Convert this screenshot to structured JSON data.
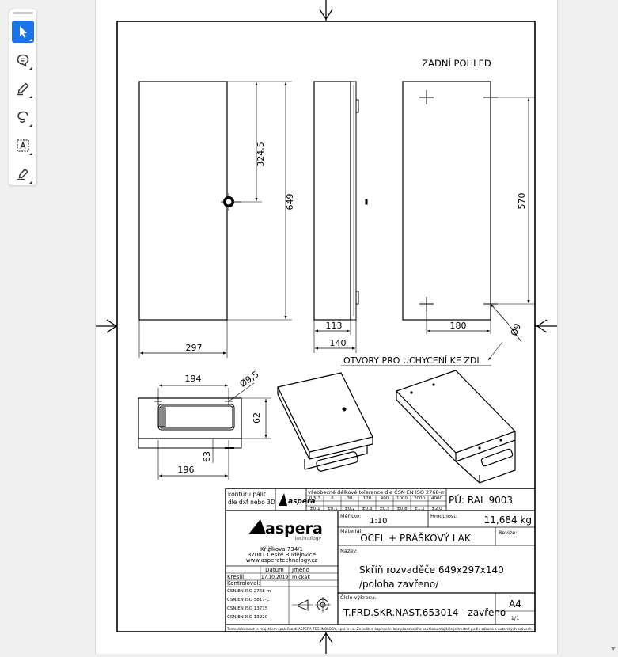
{
  "toolbar": {
    "tools": [
      {
        "name": "select-tool",
        "icon": "cursor-arrow-icon",
        "active": true
      },
      {
        "name": "comment-tool",
        "icon": "comment-bubble-icon",
        "active": false
      },
      {
        "name": "highlight-tool",
        "icon": "pen-highlight-icon",
        "active": false
      },
      {
        "name": "draw-tool",
        "icon": "freehand-lasso-icon",
        "active": false
      },
      {
        "name": "text-select-tool",
        "icon": "text-box-icon",
        "active": false
      },
      {
        "name": "sign-tool",
        "icon": "signature-pen-icon",
        "active": false
      }
    ]
  },
  "drawing": {
    "view_label": "ZADNÍ POHLED",
    "dims": {
      "front_half": "324,5",
      "front_height": "649",
      "front_width": "297",
      "side_depth": "113",
      "side_total": "140",
      "rear_mount_v": "570",
      "rear_mount_h": "180",
      "hole_dia": "Ø9",
      "top_width_upper": "194",
      "top_width_lower": "196",
      "top_hole": "Ø9,5",
      "top_depth": "62",
      "top_small": "63"
    },
    "note": "OTVORY PRO UCHYCENÍ KE ZDI"
  },
  "title_block": {
    "cut_note_1": "konturu pálit",
    "cut_note_2": "dle dxf nebo 3D",
    "tolerance_title": "všeobecné délkové tolerance dle ČSN EN ISO 2768-m",
    "tol_ranges": [
      "0,5-3",
      "6",
      "30",
      "120",
      "400",
      "1000",
      "2000",
      "4000"
    ],
    "tol_values": [
      "±0.1",
      "±0.1",
      "±0.2",
      "±0.3",
      "±0.5",
      "±0.8",
      "±1.2",
      "±2.0"
    ],
    "pu": "PÚ:  RAL 9003",
    "scale_label": "Měřítko:",
    "scale_value": "1:10",
    "mass_label": "Hmotnost:",
    "mass_value": "11,684 kg",
    "material_label": "Materiál:",
    "material_value": "OCEL + PRÁŠKOVÝ LAK",
    "revision_label": "Revize:",
    "logo_text": "aspera",
    "logo_sub": "technology",
    "address_1": "Křižíkova 734/1",
    "address_2": "37001 České Budějovice",
    "address_3": "www.asperatechnology.cz",
    "name_label": "Název:",
    "name_line_1": "Skříň rozvaděče 649x297x140",
    "name_line_2": "/poloha zavřeno/",
    "col_date": "Datum",
    "col_name": "Jméno",
    "drew_label": "Kreslil:",
    "drew_date": "17.10.2019",
    "drew_name": "mickak",
    "checked_label": "Kontroloval:",
    "standards": [
      "ČSN EN ISO 2768-m",
      "ČSN EN ISO 5817-C",
      "ČSN EN ISO 13715",
      "ČSN EN ISO 13920"
    ],
    "number_label": "Číslo výkresu:",
    "drawing_number": "T.FRD.SKR.NAST.653014 - zavřeno",
    "format": "A4",
    "sheet": "1/1",
    "footer": "Tento dokument je majetkem společnosti ASPERA TECHNOLOGY, spol. s r.o. Zneužití a kopírování bez předchozího souhlasu majitele je trestné podle zákona o autorských právech."
  }
}
